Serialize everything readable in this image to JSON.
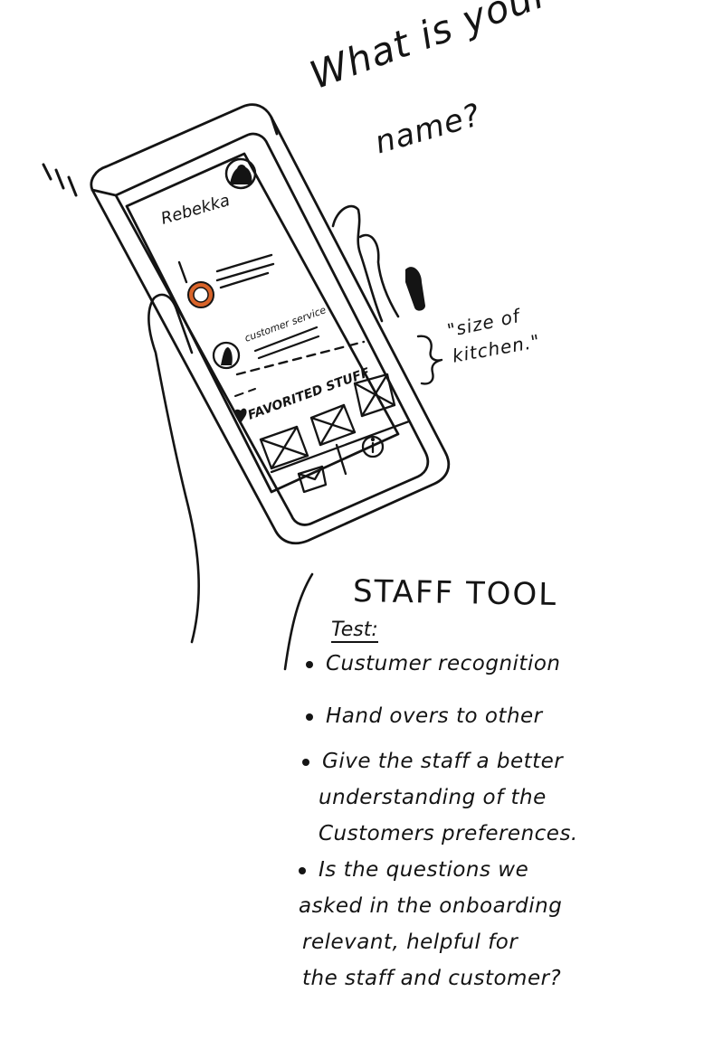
{
  "question": {
    "line1": "What is your",
    "line2": "name?"
  },
  "phone": {
    "user_name": "Rebekka",
    "customer_label": "customer service",
    "section_label": "FAVORITED STUFF",
    "heart_icon": "heart-icon"
  },
  "annotation": {
    "line1": "\"size of",
    "line2": "kitchen.\""
  },
  "notes": {
    "title": "STAFF TOOL",
    "test_label": "Test:",
    "bullets": [
      {
        "lines": [
          "Custumer recognition"
        ]
      },
      {
        "lines": [
          "Hand overs to other"
        ]
      },
      {
        "lines": [
          "Give the staff a better",
          "understanding of the",
          "Customers preferences."
        ]
      },
      {
        "lines": [
          "Is the questions we",
          "asked in the onboarding",
          "relevant, helpful for",
          "the staff and customer?"
        ]
      }
    ]
  },
  "colors": {
    "ink": "#141414",
    "accent": "#d9642a",
    "paper": "#ffffff"
  }
}
